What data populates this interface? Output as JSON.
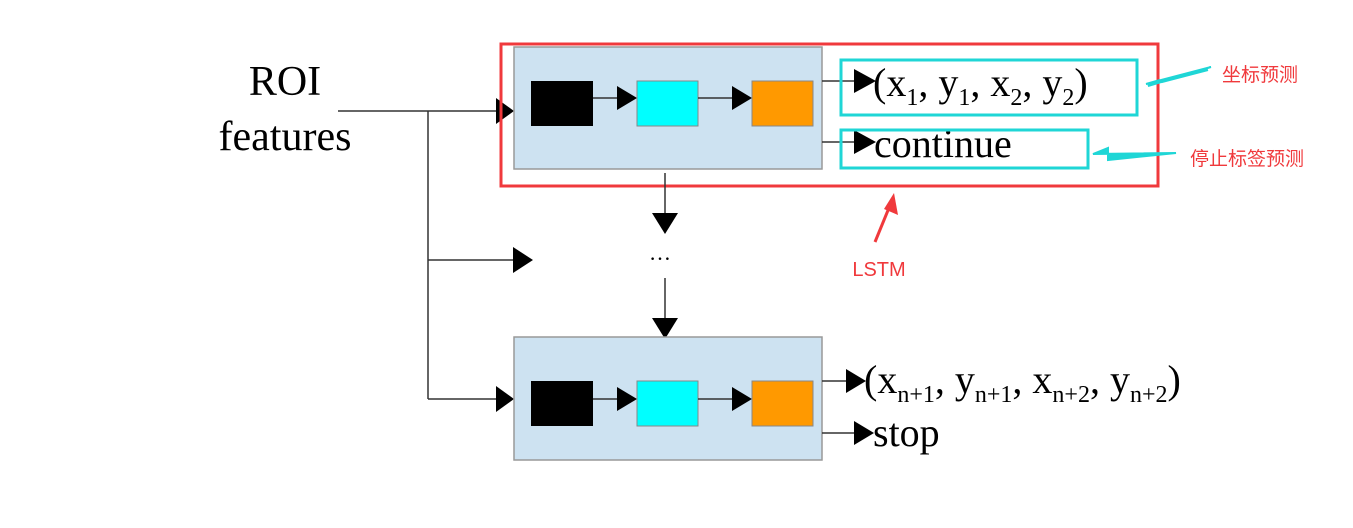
{
  "diagram": {
    "input_label": [
      "ROI",
      "features"
    ],
    "top_block": {
      "output_coords": {
        "open": "(",
        "items": [
          {
            "v": "x",
            "s": "1"
          },
          {
            "v": "y",
            "s": "1"
          },
          {
            "v": "x",
            "s": "2"
          },
          {
            "v": "y",
            "s": "2"
          }
        ],
        "close": ")"
      },
      "output_flag": "continue"
    },
    "ellipsis": "…",
    "bottom_block": {
      "output_coords": {
        "open": "(",
        "items": [
          {
            "v": "x",
            "s": "n+1"
          },
          {
            "v": "y",
            "s": "n+1"
          },
          {
            "v": "x",
            "s": "n+2"
          },
          {
            "v": "y",
            "s": "n+2"
          }
        ],
        "close": ")"
      },
      "output_flag": "stop"
    },
    "annotations": {
      "coord_prediction": "坐标预测",
      "stop_label_prediction": "停止标签预测",
      "lstm": "LSTM"
    },
    "colors": {
      "block_bg": "#cde2f1",
      "cell1": "#000000",
      "cell2": "#00ffff",
      "cell3": "#ff9900",
      "highlight_red": "#f0393c",
      "highlight_cyan": "#1fd6d6"
    }
  }
}
